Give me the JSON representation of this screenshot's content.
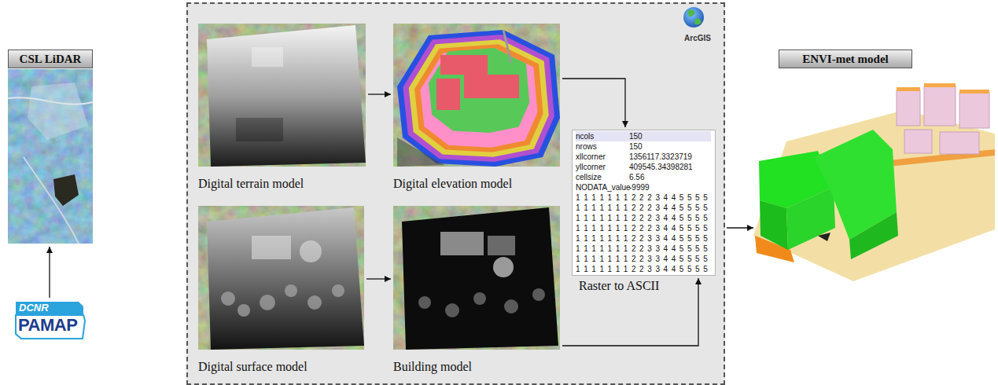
{
  "diagram": {
    "nodes": [
      {
        "text": [
          "CSL LiDAR"
        ]
      },
      {
        "text": [
          "DCNR",
          "PAMAP"
        ]
      },
      {
        "text": [
          "ArcGIS"
        ]
      },
      {
        "text": [
          "Digital terrain model"
        ],
        "in": 2
      },
      {
        "text": [
          "Digital elevation model"
        ],
        "in": 2
      },
      {
        "text": [
          "ncols",
          "150",
          "nrows",
          "150",
          "xllcorner",
          "1356117.3323719",
          "yllcorner",
          "409545.34398281",
          "cellsize",
          "6.56",
          "NODATA_value",
          "-9999",
          "1 1 1 1 1 1 1 2 2 2 3 4 4 5 5 5 5",
          "1 1 1 1 1 1 1 2 2 2 3 4 4 5 5 5 5",
          "1 1 1 1 1 1 1 2 2 2 3 4 4 5 5 5 5",
          "1 1 1 1 1 1 1 2 2 2 3 4 4 5 5 5 5",
          "1 1 1 1 1 1 1 2 2 3 3 4 4 5 5 5 5",
          "1 1 1 1 1 1 1 2 2 3 3 4 4 5 5 5 5",
          "1 1 1 1 1 1 1 2 2 3 3 4 4 5 5 5 5",
          "1 1 1 1 1 1 1 2 2 3 3 4 4 5 5 5 5",
          "Raster to ASCII"
        ],
        "in": 2
      },
      {
        "text": [
          "Digital surface model"
        ],
        "in": 2
      },
      {
        "text": [
          "Building model"
        ],
        "in": 2
      },
      {
        "text": [
          "ENVI-met model"
        ]
      }
    ],
    "edges": [
      {
        "from": 1,
        "to": 0,
        "arrow": "to"
      },
      {
        "from": 3,
        "to": 4,
        "arrow": "to"
      },
      {
        "from": 4,
        "to": 5,
        "arrow": "to"
      },
      {
        "from": 6,
        "to": 7,
        "arrow": "to"
      },
      {
        "from": 7,
        "to": 5,
        "arrow": "to"
      },
      {
        "from": 2,
        "to": 8,
        "arrow": "to"
      }
    ]
  }
}
